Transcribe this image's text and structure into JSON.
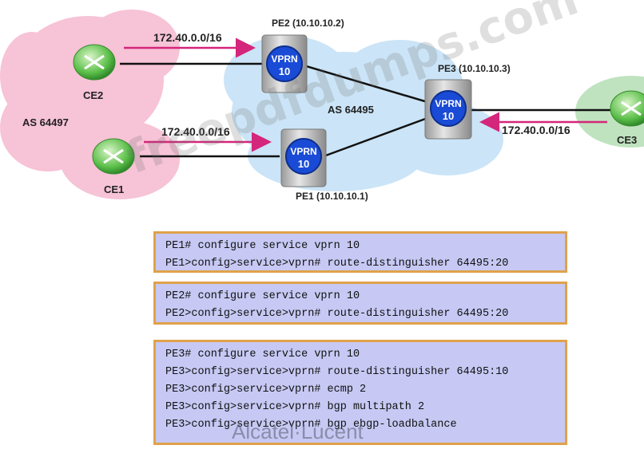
{
  "diagram": {
    "routers": {
      "pe1": {
        "vprn_label": "VPRN",
        "vprn_id": "10",
        "caption": "PE1 (10.10.10.1)"
      },
      "pe2": {
        "vprn_label": "VPRN",
        "vprn_id": "10",
        "caption": "PE2 (10.10.10.2)"
      },
      "pe3": {
        "vprn_label": "VPRN",
        "vprn_id": "10",
        "caption": "PE3 (10.10.10.3)"
      },
      "ce1": {
        "caption": "CE1"
      },
      "ce2": {
        "caption": "CE2"
      },
      "ce3": {
        "caption": "CE3"
      }
    },
    "as_labels": {
      "left": "AS 64497",
      "center": "AS 64495"
    },
    "routes": {
      "ce2_to_pe2": "172.40.0.0/16",
      "ce1_to_pe1": "172.40.0.0/16",
      "ce3_to_pe3": "172.40.0.0/16"
    },
    "colors": {
      "arrow": "#d4267a",
      "pink_cloud": "#f7c3d6",
      "blue_cloud": "#cbe4f7",
      "green_cloud": "#bfe3bf",
      "vprn_circle": "#1a4bd6",
      "box_bg": "#c7c9f4",
      "box_border": "#e0a24a"
    }
  },
  "configs": [
    {
      "lines": [
        "PE1# configure service vprn 10",
        "PE1>config>service>vprn# route-distinguisher 64495:20"
      ]
    },
    {
      "lines": [
        "PE2# configure service vprn 10",
        "PE2>config>service>vprn# route-distinguisher 64495:20"
      ]
    },
    {
      "lines": [
        "PE3# configure service vprn 10",
        "PE3>config>service>vprn# route-distinguisher 64495:10",
        "PE3>config>service>vprn# ecmp 2",
        "PE3>config>service>vprn# bgp multipath 2",
        "PE3>config>service>vprn# bgp ebgp-loadbalance"
      ]
    }
  ],
  "watermark": "freepdfdumps.com",
  "logo": "Alcatel·Lucent"
}
